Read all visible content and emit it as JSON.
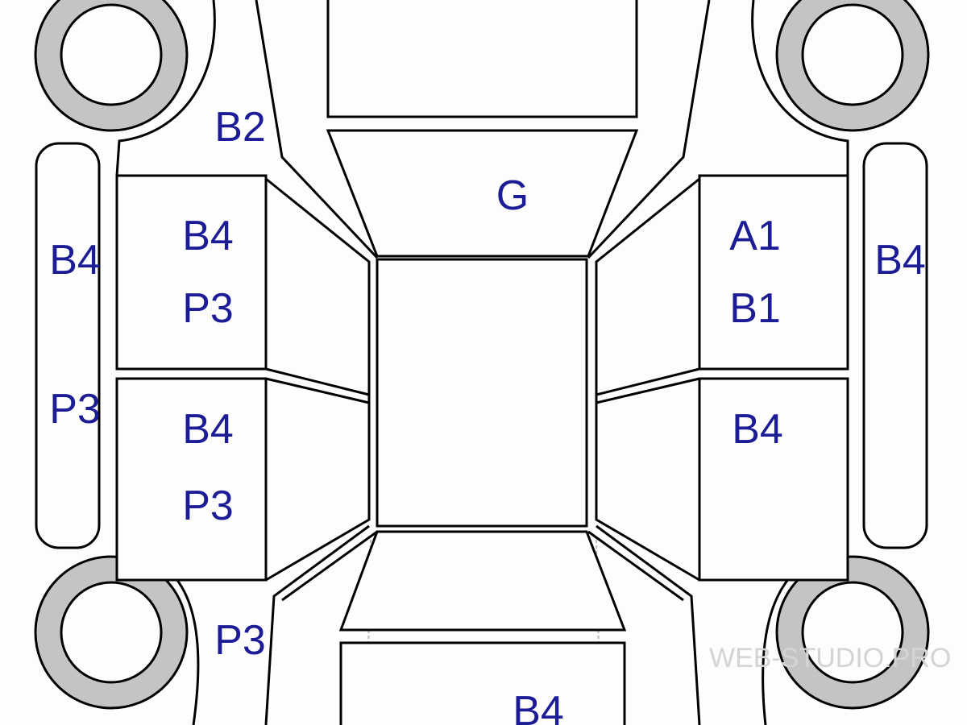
{
  "diagram": {
    "title": "Vehicle body paint thickness diagram",
    "labels": {
      "hood": "G",
      "front_left_fender": "B2",
      "left_sill": [
        "B4",
        "P3"
      ],
      "front_left_door": [
        "B4",
        "P3"
      ],
      "rear_left_door": [
        "B4",
        "P3"
      ],
      "rear_left_fender": "P3",
      "front_right_door": [
        "A1",
        "B1"
      ],
      "rear_right_door": "B4",
      "right_sill": "B4",
      "trunk": "B4"
    },
    "watermark": "WEB-STUDIO.PRO",
    "colors": {
      "label": "#1c1c96",
      "tyre": "#c4c4c4",
      "line": "#000000"
    }
  }
}
